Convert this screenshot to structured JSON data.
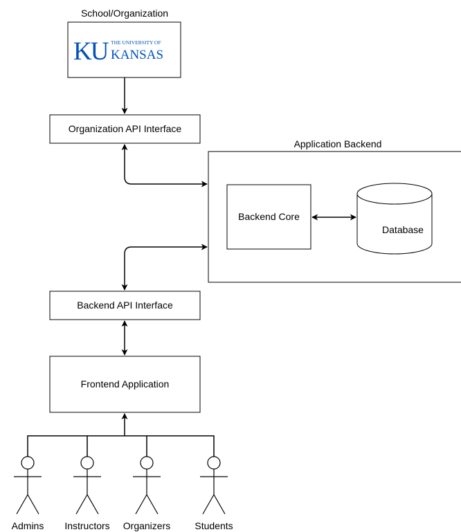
{
  "title": "School/Organization",
  "logo": {
    "mark": "KU",
    "line1": "THE UNIVERSITY OF",
    "line2": "KANSAS",
    "color": "#0051ba"
  },
  "nodes": {
    "org_api": "Organization API Interface",
    "backend_group": "Application Backend",
    "backend_core": "Backend Core",
    "database": "Database",
    "backend_api": "Backend API Interface",
    "frontend": "Frontend Application"
  },
  "actors": [
    "Admins",
    "Instructors",
    "Organizers",
    "Students"
  ]
}
